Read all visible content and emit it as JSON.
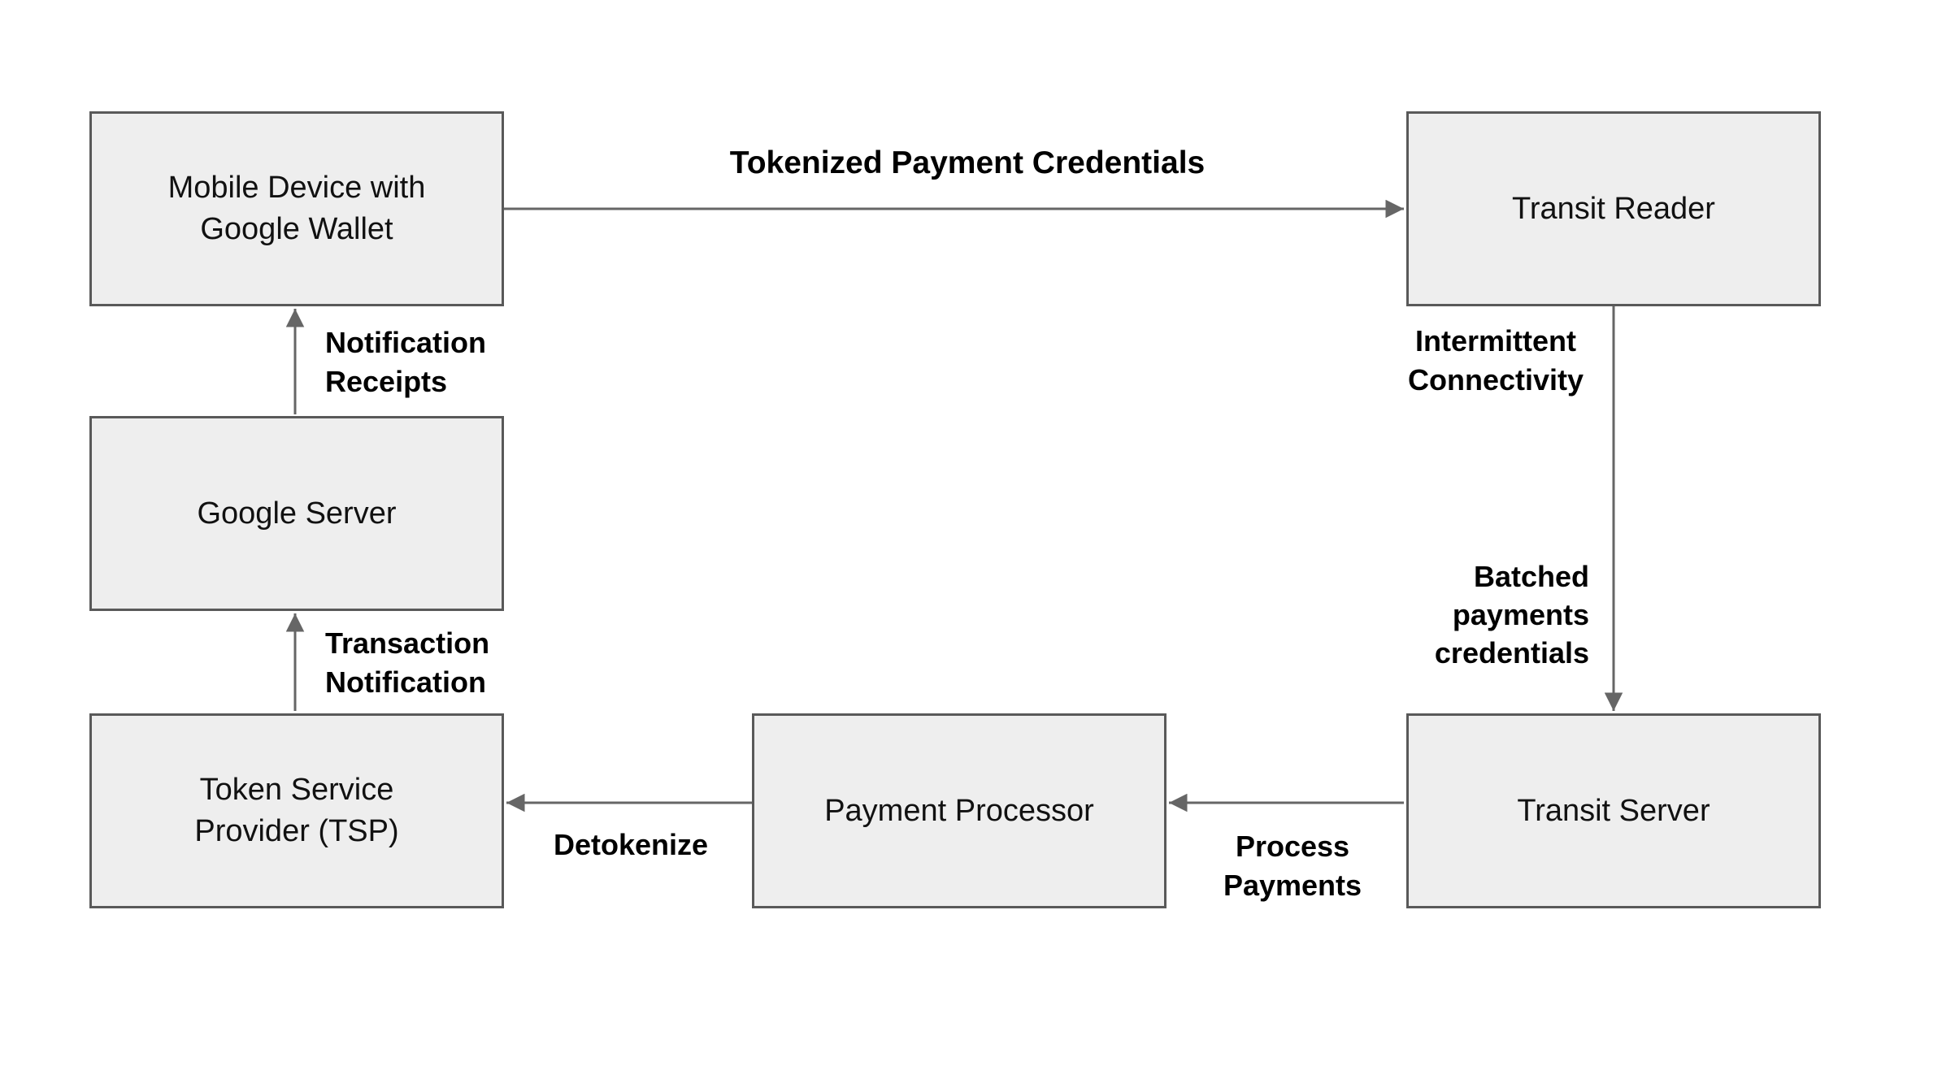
{
  "diagram": {
    "type": "flow-diagram",
    "nodes": {
      "mobile_device": {
        "lines": [
          "Mobile Device with",
          "Google Wallet"
        ]
      },
      "transit_reader": {
        "lines": [
          "Transit Reader"
        ]
      },
      "google_server": {
        "lines": [
          "Google Server"
        ]
      },
      "tsp": {
        "lines": [
          "Token Service",
          "Provider (TSP)"
        ]
      },
      "payment_processor": {
        "lines": [
          "Payment Processor"
        ]
      },
      "transit_server": {
        "lines": [
          "Transit Server"
        ]
      }
    },
    "edges": [
      {
        "from": "mobile_device",
        "to": "transit_reader",
        "label": "Tokenized Payment Credentials"
      },
      {
        "from": "transit_reader",
        "to": "transit_server",
        "label": "Intermittent Connectivity / Batched payments credentials"
      },
      {
        "from": "transit_server",
        "to": "payment_processor",
        "label": "Process Payments"
      },
      {
        "from": "payment_processor",
        "to": "tsp",
        "label": "Detokenize"
      },
      {
        "from": "tsp",
        "to": "google_server",
        "label": "Transaction Notification"
      },
      {
        "from": "google_server",
        "to": "mobile_device",
        "label": "Notification Receipts"
      }
    ],
    "edge_labels": {
      "tokenized": {
        "lines": [
          "Tokenized Payment Credentials"
        ]
      },
      "notification_receipts": {
        "lines": [
          "Notification",
          "Receipts"
        ]
      },
      "transaction_notification": {
        "lines": [
          "Transaction",
          "Notification"
        ]
      },
      "intermittent_connectivity": {
        "lines": [
          "Intermittent",
          "Connectivity"
        ]
      },
      "batched_payments": {
        "lines": [
          "Batched",
          "payments",
          "credentials"
        ]
      },
      "process_payments": {
        "lines": [
          "Process",
          "Payments"
        ]
      },
      "detokenize": {
        "lines": [
          "Detokenize"
        ]
      }
    },
    "colors": {
      "background": "#ffffff",
      "node_fill": "#eeeeee",
      "node_border": "#595959",
      "arrow": "#666666",
      "text": "#000000"
    }
  }
}
